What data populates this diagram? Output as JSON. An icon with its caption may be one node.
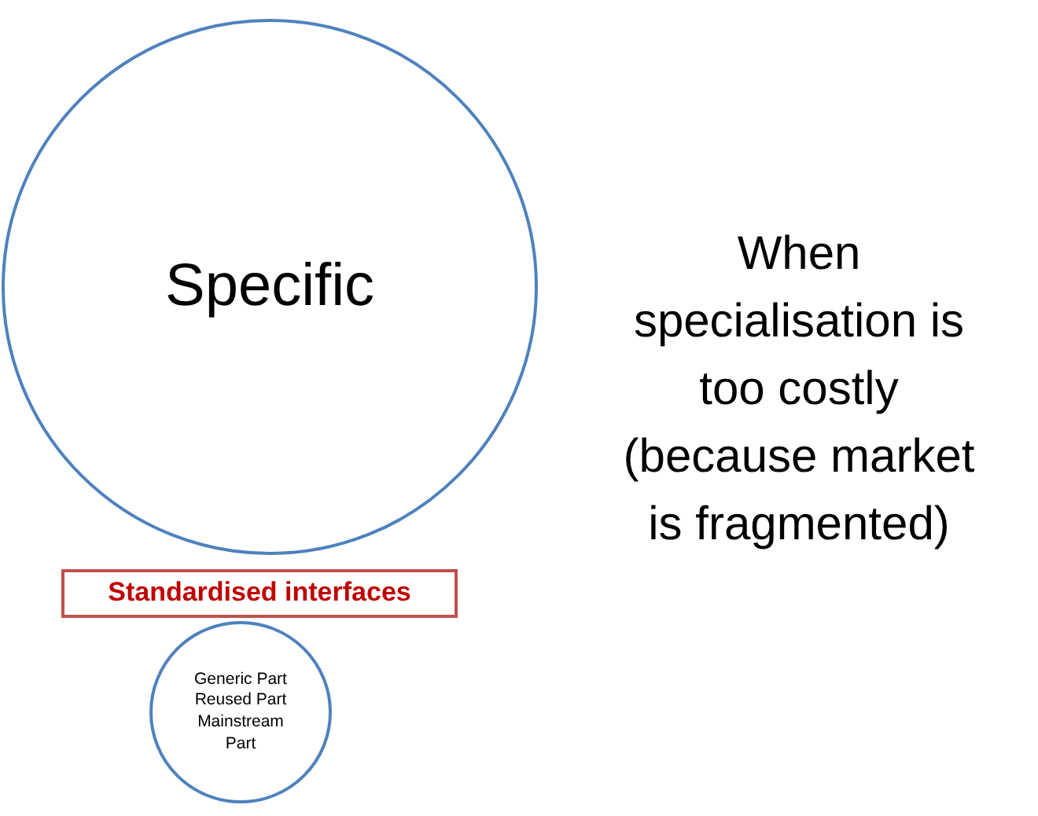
{
  "diagram": {
    "nodes": [
      {
        "text": [
          "Specific"
        ]
      },
      {
        "text": [
          "Standardised interfaces"
        ]
      },
      {
        "text": [
          "Generic Part",
          "Reused Part",
          "Mainstream Part"
        ]
      }
    ],
    "labels": [
      "When specialisation is too costly (because market is fragmented)"
    ]
  }
}
